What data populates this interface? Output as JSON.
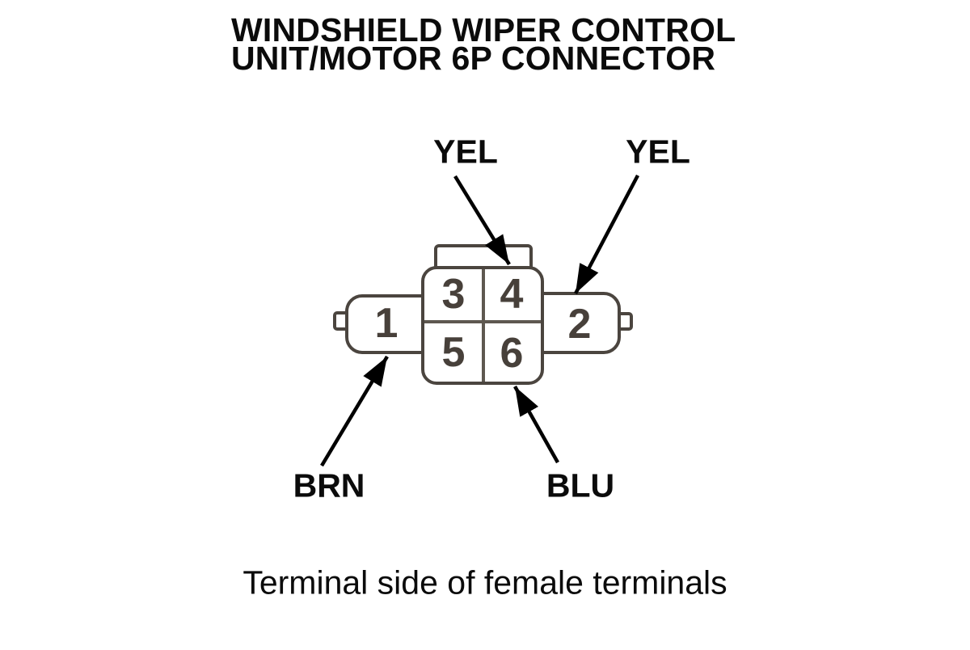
{
  "title": {
    "line1": "WINDSHIELD WIPER CONTROL",
    "line2": "UNIT/MOTOR 6P CONNECTOR"
  },
  "connector": {
    "pin_count": "6P",
    "terminals": [
      {
        "number": "1"
      },
      {
        "number": "2"
      },
      {
        "number": "3"
      },
      {
        "number": "4"
      },
      {
        "number": "5"
      },
      {
        "number": "6"
      }
    ],
    "wire_labels": [
      {
        "text": "YEL",
        "terminal": "4"
      },
      {
        "text": "YEL",
        "terminal": "2"
      },
      {
        "text": "BRN",
        "terminal": "1"
      },
      {
        "text": "BLU",
        "terminal": "6"
      }
    ]
  },
  "caption": "Terminal side of female terminals",
  "colors": {
    "background": "#ffffff",
    "text": "#0b0b0b",
    "connector_outline": "#4b453f",
    "cavity_divider": "#5e5850",
    "arrow": "#000000"
  }
}
